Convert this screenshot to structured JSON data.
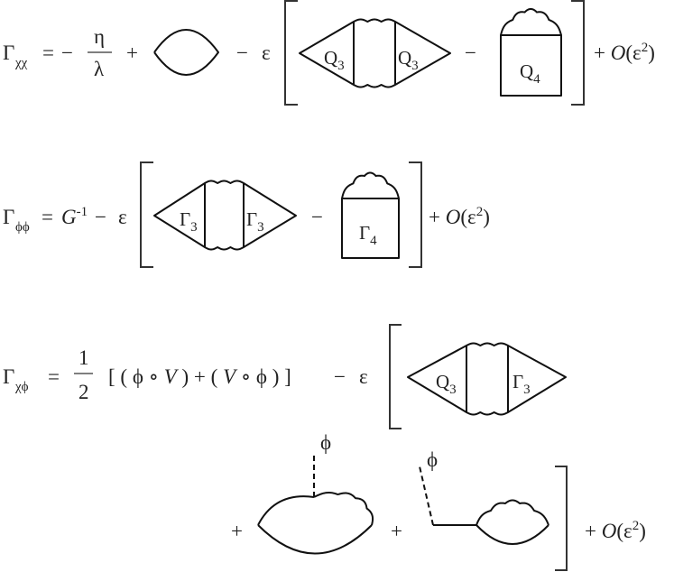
{
  "colors": {
    "ink": "#111111",
    "background": "#ffffff"
  },
  "eq1": {
    "lhs": "Γ",
    "lhs_sub": "χχ",
    "equals": "=",
    "minus": "−",
    "frac_num": "η",
    "frac_den": "λ",
    "plus": "+",
    "minus2": "−",
    "eps": "ε",
    "v1": "Q",
    "v1_sub": "3",
    "v2": "Q",
    "v2_sub": "3",
    "minus3": "−",
    "box": "Q",
    "box_sub": "4",
    "order": "+ ",
    "order_O": "O",
    "order_arg": "(ε",
    "order_pow": "2",
    "order_close": ")"
  },
  "eq2": {
    "lhs": "Γ",
    "lhs_sub": "ϕϕ",
    "equals": "=",
    "G": "G",
    "G_pow": "-1",
    "minus": "−",
    "eps": "ε",
    "v1": "Γ",
    "v1_sub": "3",
    "v2": "Γ",
    "v2_sub": "3",
    "minus2": "−",
    "box": "Γ",
    "box_sub": "4",
    "order": "+ ",
    "order_O": "O",
    "order_arg": "(ε",
    "order_pow": "2",
    "order_close": ")"
  },
  "eq3": {
    "lhs": "Γ",
    "lhs_sub": "χϕ",
    "equals": "=",
    "frac_num": "1",
    "frac_den": "2",
    "expr_a": "[ ( ϕ ∘ ",
    "V1": "V",
    "expr_b": " ) + ( ",
    "V2": "V",
    "expr_c": " ∘ ϕ ) ]",
    "minus": "−",
    "eps": "ε",
    "v1": "Q",
    "v1_sub": "3",
    "v2": "Γ",
    "v2_sub": "3",
    "plus1": "+",
    "phi1": "ϕ",
    "plus2": "+",
    "phi2": "ϕ",
    "order": "+ ",
    "order_O": "O",
    "order_arg": "(ε",
    "order_pow": "2",
    "order_close": ")"
  }
}
